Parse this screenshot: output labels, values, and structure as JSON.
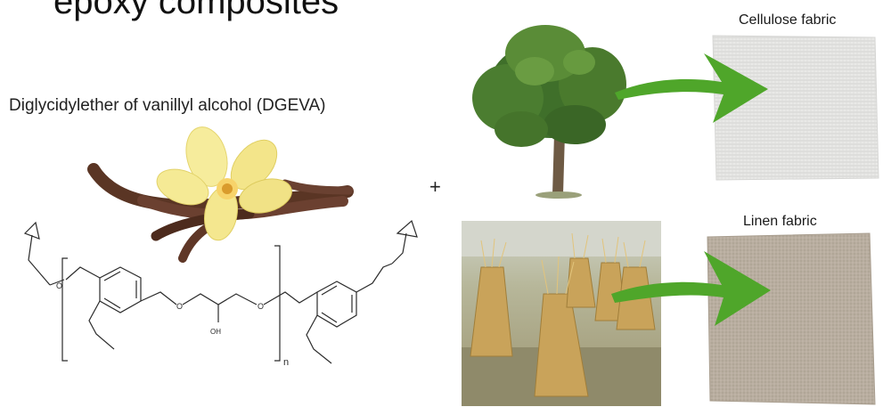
{
  "title": "epoxy composites",
  "monomer": {
    "label": "Diglycidylether of vanillyl alcohol (DGEVA)",
    "oh_label": "OH",
    "repeat_label": "n"
  },
  "plus": "+",
  "fabrics": [
    {
      "label": "Cellulose fabric",
      "source_icon": "tree-icon"
    },
    {
      "label": "Linen fabric",
      "source_icon": "flax-sheaves-icon"
    }
  ],
  "colors": {
    "arrow_green": "#4fa62a",
    "cellulose_fabric": "#e8e8e6",
    "linen_fabric": "#b9aea0",
    "flower_yellow": "#f4e48a",
    "vanilla_pod": "#5a3524"
  }
}
